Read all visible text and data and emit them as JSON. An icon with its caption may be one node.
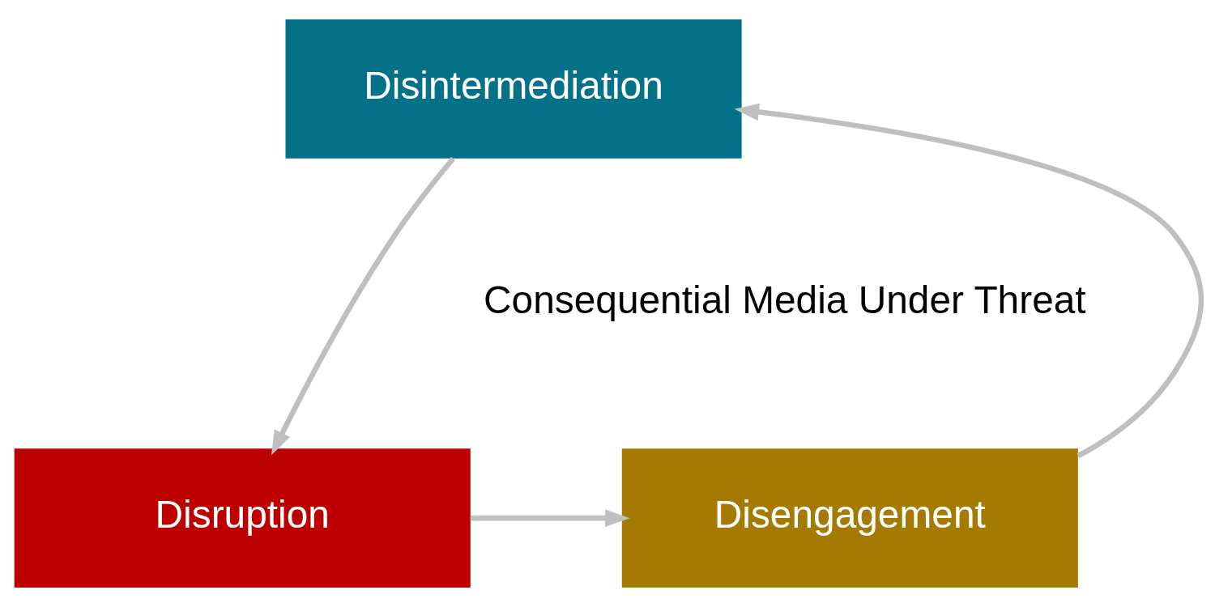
{
  "diagram": {
    "nodes": [
      {
        "text": [
          "Disintermediation"
        ]
      },
      {
        "text": [
          "Disruption"
        ]
      },
      {
        "text": [
          "Disengagement"
        ]
      }
    ],
    "edges": [
      {
        "from": 0,
        "to": 1,
        "arrow": "to"
      },
      {
        "from": 1,
        "to": 2,
        "arrow": "to"
      },
      {
        "from": 2,
        "to": 0,
        "arrow": "to"
      }
    ],
    "labels": [
      "Consequential Media Under Threat"
    ]
  }
}
